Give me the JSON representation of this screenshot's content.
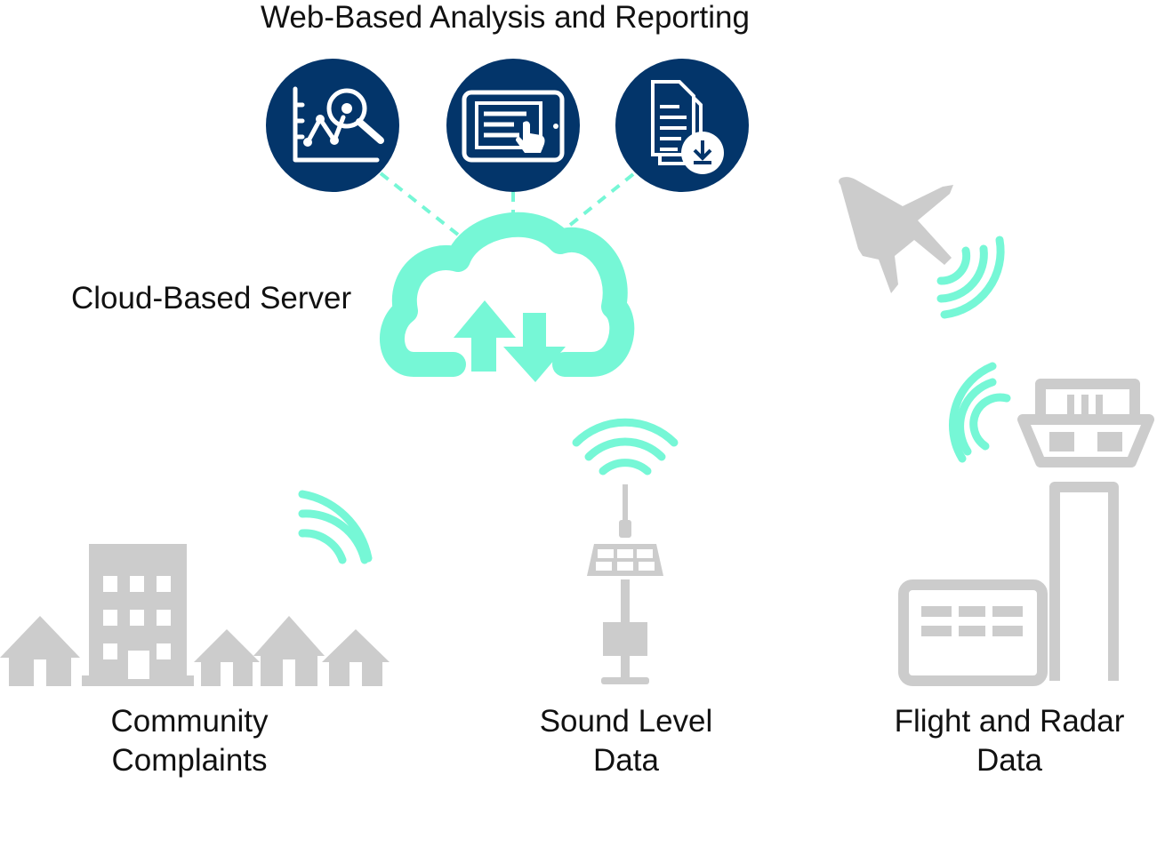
{
  "title": "Web-Based Analysis and Reporting",
  "server_label": "Cloud-Based Server",
  "sources": [
    {
      "line1": "Community",
      "line2": "Complaints"
    },
    {
      "line1": "Sound Level",
      "line2": "Data"
    },
    {
      "line1": "Flight and Radar",
      "line2": "Data"
    }
  ],
  "colors": {
    "navy": "#03356a",
    "mint": "#76f7d6",
    "gray": "#cccccc",
    "text": "#111111"
  },
  "icons": [
    "analytics-chart-icon",
    "tablet-report-icon",
    "document-download-icon",
    "cloud-upload-download-icon",
    "airplane-icon",
    "buildings-icon",
    "sound-monitor-icon",
    "control-tower-icon",
    "wireless-signal-icon"
  ]
}
